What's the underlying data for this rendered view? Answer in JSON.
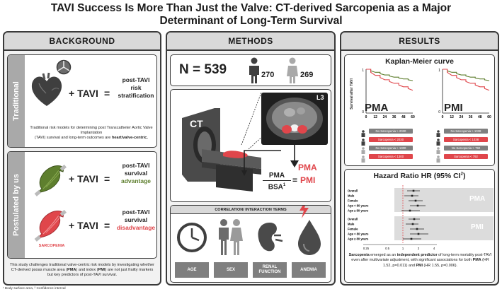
{
  "title": {
    "line1": "TAVI Success Is More Than Just the Valve: CT-derived Sarcopenia as a Major",
    "line2": "Determinant of Long-Term Survival"
  },
  "background": {
    "heading": "BACKGROUND",
    "traditional": {
      "tab": "Traditional",
      "plus_tavi": "+ TAVI",
      "equals": "=",
      "outcome_line1": "post-TAVI",
      "outcome_line2": "risk",
      "outcome_line3": "stratification",
      "desc_line1": "Traditional risk models for determining post Transcatheter Aortic Valve Implantation",
      "desc_line2a": "(TAVI) survival and long-term outcomes are ",
      "desc_line2b": "heart/valve-centric."
    },
    "postulated": {
      "tab": "Postulated by us",
      "row1": {
        "plus_tavi": "+ TAVI",
        "equals": "=",
        "line1": "post-TAVI",
        "line2": "survival",
        "line3": "advantage"
      },
      "row2": {
        "plus_tavi": "+ TAVI",
        "equals": "=",
        "line1": "post-TAVI",
        "line2": "survival",
        "line3": "disadvantage"
      },
      "sarcopenia_label": "SARCOPENIA"
    },
    "study_line1": "This study challenges traditional valve-centric risk models by investigating whether",
    "study_line2a": "CT-derived psoas muscle area (",
    "study_line2b": "PMA",
    "study_line2c": ") and index (",
    "study_line2d": "PMI",
    "study_line2e": ") are not just frailty markers",
    "study_line3": "but key predictors of post-TAVI survival."
  },
  "footnote": "¹ Body surface area, ² Confidence interval",
  "methods": {
    "heading": "METHODS",
    "n_label": "N = 539",
    "male_count": "270",
    "female_count": "269",
    "ct_label": "CT",
    "level_label": "L3",
    "pma_label": "PMA",
    "pmi_label": "PMI",
    "fraction_num": "PMA",
    "fraction_den": "BSA",
    "fraction_sup": "1",
    "equals": "=",
    "correlation_heading": "CORRELATION/ INTERACTION TERMS",
    "terms": [
      "AGE",
      "SEX",
      "RENAL FUNCTION",
      "ANEMIA"
    ]
  },
  "results": {
    "heading": "RESULTS",
    "km_title": "Kaplan-Meier curve",
    "y_axis_label": "Survival after TAVI",
    "x_ticks": [
      "0",
      "12",
      "24",
      "36",
      "48",
      "60"
    ],
    "y_tick_top": "1",
    "y_tick_bottom": "0",
    "pma_plot_label": "PMA",
    "pmi_plot_label": "PMI",
    "legend_pma": [
      "No Sarcopenia > 2030",
      "Sarcopenia < 2030",
      "No Sarcopenia > 1300",
      "Sarcopenia < 1300"
    ],
    "legend_pmi": [
      "No Sarcopenia > 1038",
      "Sarcopenia < 1038",
      "No Sarcopenia > 792",
      "Sarcopenia < 792"
    ],
    "hr_title": "Hazard Ratio HR (95% CI",
    "hr_title_sup": "2",
    "hr_title_end": ")",
    "hr_group_pma": "PMA",
    "hr_group_pmi": "PMI",
    "hr_rows_pma": [
      "Overall",
      "Male",
      "Female",
      "Age < 80 years",
      "Age ≥ 80 years"
    ],
    "hr_rows_pmi": [
      "Overall",
      "Male",
      "Female",
      "Age < 80 years",
      "Age ≥ 80 years"
    ],
    "hr_ticks": [
      "0.25",
      "0.5",
      "1",
      "2",
      "4"
    ],
    "conclusion_a": "Sarcopenia",
    "conclusion_b": " emerged as an ",
    "conclusion_c": "independent predictor",
    "conclusion_d": " of long-term mortality post-TAVI",
    "conclusion_line2": "even after multivariate adjustment, with significant associations for both",
    "conclusion_pma": "PMA",
    "conclusion_line2_end": " (HR",
    "conclusion_line3a": "1.52, p=0.011) and ",
    "conclusion_pmi": "PMI",
    "conclusion_line3b": " (HR 1.55, p=0.006)."
  },
  "colors": {
    "accent_red": "#e0464b",
    "accent_green": "#5e7f2e",
    "panel_border": "#3a3a3a",
    "tab_gray": "#a9a9a9"
  },
  "chart_data": [
    {
      "type": "line",
      "title": "PMA",
      "x": [
        0,
        12,
        24,
        36,
        48,
        60
      ],
      "series": [
        {
          "values": [
            1.0,
            0.93,
            0.87,
            0.82,
            0.78,
            0.74
          ]
        },
        {
          "values": [
            1.0,
            0.86,
            0.76,
            0.68,
            0.6,
            0.52
          ]
        }
      ],
      "ylim": [
        0,
        1
      ],
      "xlim": [
        0,
        60
      ]
    },
    {
      "type": "line",
      "title": "PMI",
      "x": [
        0,
        12,
        24,
        36,
        48,
        60
      ],
      "series": [
        {
          "values": [
            1.0,
            0.93,
            0.87,
            0.82,
            0.78,
            0.74
          ]
        },
        {
          "values": [
            1.0,
            0.86,
            0.76,
            0.68,
            0.6,
            0.52
          ]
        }
      ],
      "ylim": [
        0,
        1
      ],
      "xlim": [
        0,
        60
      ]
    }
  ]
}
